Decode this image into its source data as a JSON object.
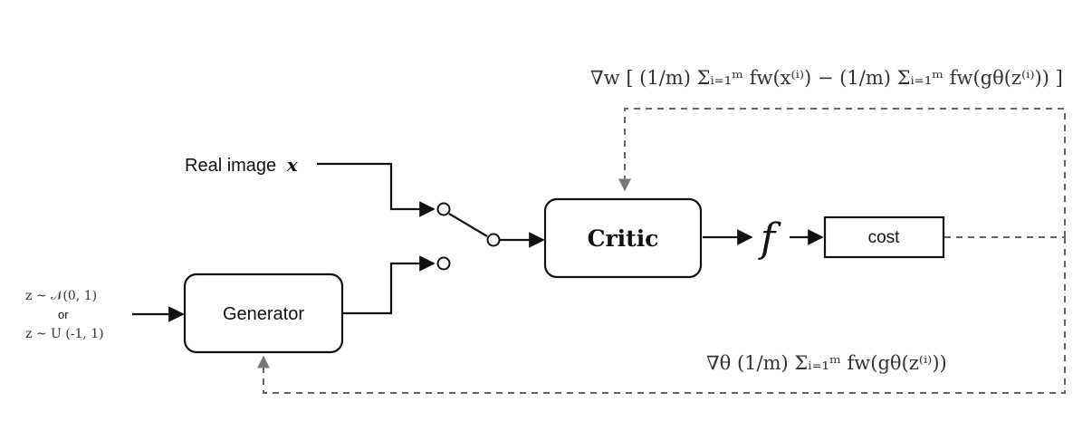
{
  "diagram": {
    "critic_gradient": "∇w [ (1/m) Σᵢ₌₁ᵐ fw(x⁽ⁱ⁾) − (1/m) Σᵢ₌₁ᵐ fw(gθ(z⁽ⁱ⁾)) ]",
    "generator_gradient": "∇θ (1/m) Σᵢ₌₁ᵐ fw(gθ(z⁽ⁱ⁾))",
    "real_image_label": "Real image",
    "real_image_var": "x",
    "noise_normal": "z ~ 𝒩(0, 1)",
    "noise_or": "or",
    "noise_uniform": "z ~ U (-1, 1)",
    "generator_label": "Generator",
    "critic_label": "Critic",
    "f_symbol": "f",
    "cost_label": "cost"
  }
}
